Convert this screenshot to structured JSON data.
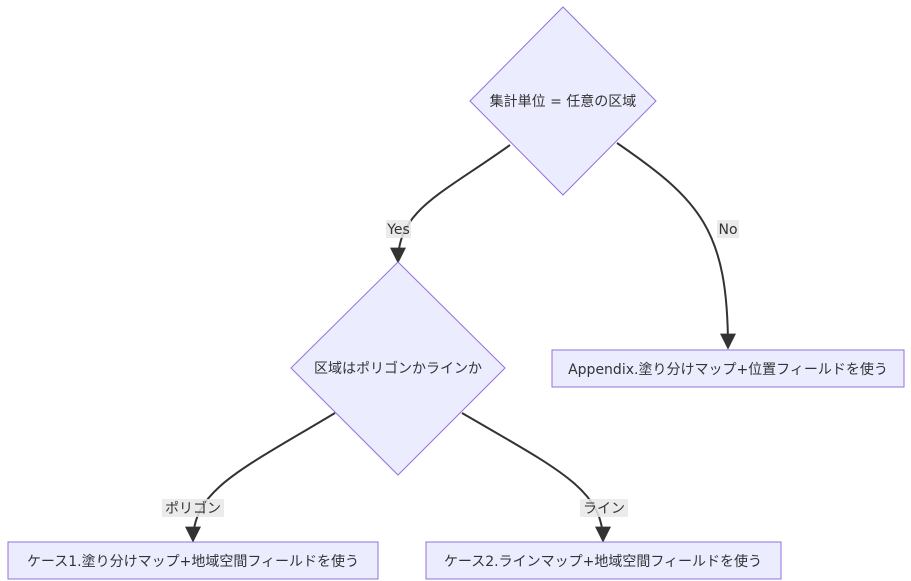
{
  "colors": {
    "node_fill": "#ECECFF",
    "node_stroke": "#9370DB",
    "edge": "#333333",
    "label_bg": "#E8E8E8",
    "text": "#333333"
  },
  "nodes": {
    "decision_unit": {
      "label": "集計単位 = 任意の区域"
    },
    "decision_type": {
      "label": "区域はポリゴンかラインか"
    },
    "appendix": {
      "label": "Appendix.塗り分けマップ+位置フィールドを使う"
    },
    "case1": {
      "label": "ケース1.塗り分けマップ+地域空間フィールドを使う"
    },
    "case2": {
      "label": "ケース2.ラインマップ+地域空間フィールドを使う"
    }
  },
  "edges": {
    "yes": {
      "label": "Yes"
    },
    "no": {
      "label": "No"
    },
    "polygon": {
      "label": "ポリゴン"
    },
    "line": {
      "label": "ライン"
    }
  }
}
